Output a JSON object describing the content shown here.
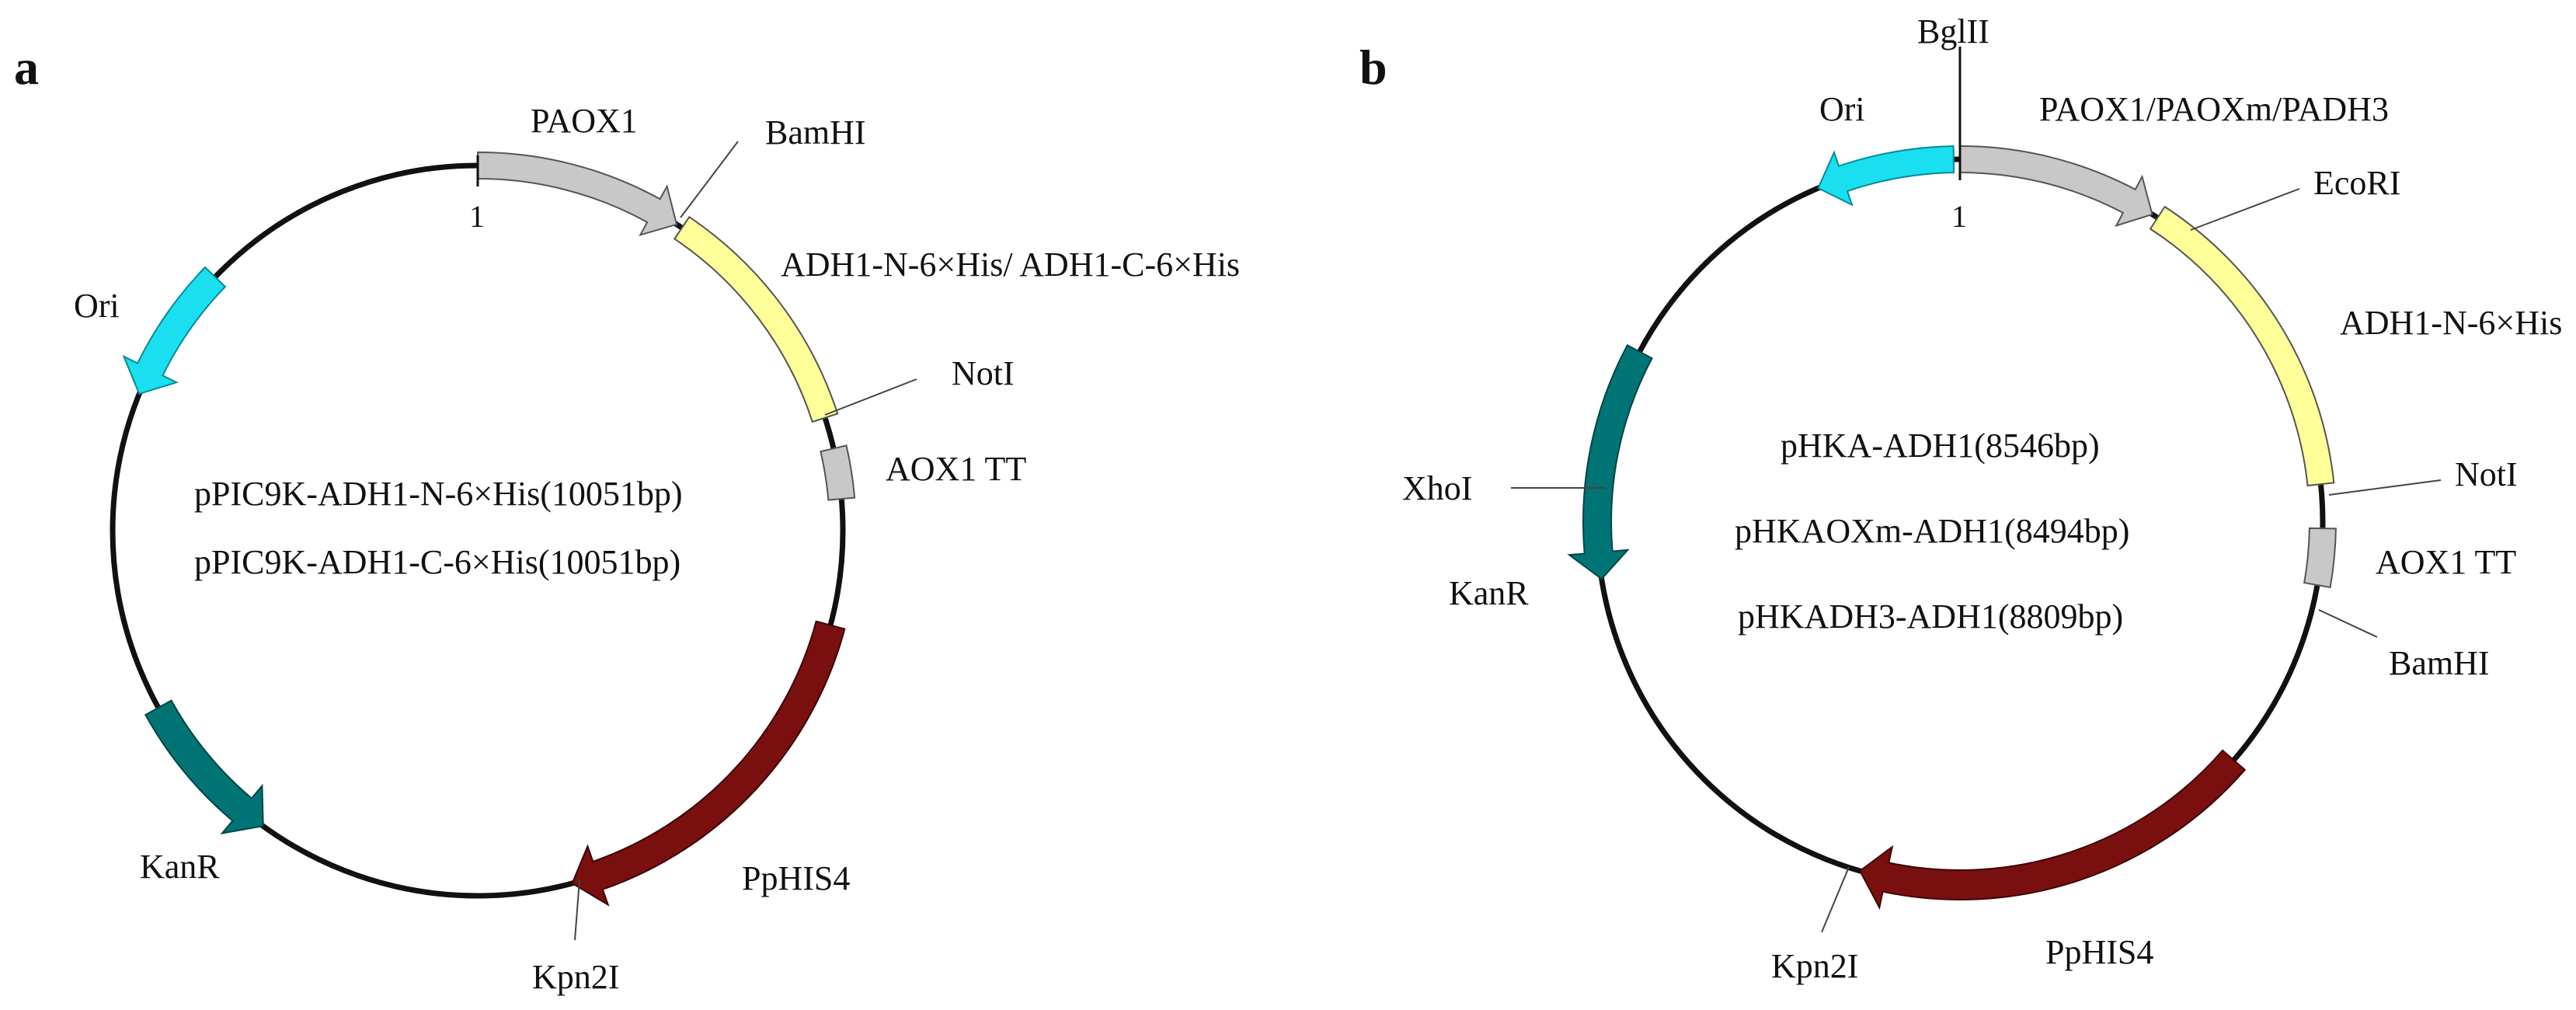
{
  "colors": {
    "backbone": "#111111",
    "promoter": "#c8c8c8",
    "adh1": "#ffff99",
    "terminator": "#c8c8c8",
    "ori": "#19dff0",
    "kanr": "#007475",
    "pphis4": "#7a0f0f"
  },
  "panels": [
    {
      "letter": "a",
      "start_label": "1",
      "center_lines": [
        "pPIC9K-ADH1-N-6×His(10051bp)",
        "pPIC9K-ADH1-C-6×His(10051bp)"
      ],
      "features": {
        "PAOX1": "PAOX1",
        "ADH1": "ADH1-N-6×His/ ADH1-C-6×His",
        "AOX1_TT": "AOX1 TT",
        "PpHIS4": "PpHIS4",
        "KanR": "KanR",
        "Ori": "Ori"
      },
      "sites": {
        "BamHI": "BamHI",
        "NotI": "NotI",
        "Kpn2I": "Kpn2I"
      }
    },
    {
      "letter": "b",
      "start_label": "1",
      "center_lines": [
        "pHKA-ADH1(8546bp)",
        "pHKAOXm-ADH1(8494bp)",
        "pHKADH3-ADH1(8809bp)"
      ],
      "features": {
        "Promoter": "PAOX1/PAOXm/PADH3",
        "ADH1": "ADH1-N-6×His",
        "AOX1_TT": "AOX1 TT",
        "PpHIS4": "PpHIS4",
        "KanR": "KanR",
        "Ori": "Ori"
      },
      "sites": {
        "BglII": "BglII",
        "EcoRI": "EcoRI",
        "NotI": "NotI",
        "BamHI": "BamHI",
        "XhoI": "XhoI",
        "Kpn2I": "Kpn2I"
      }
    }
  ]
}
